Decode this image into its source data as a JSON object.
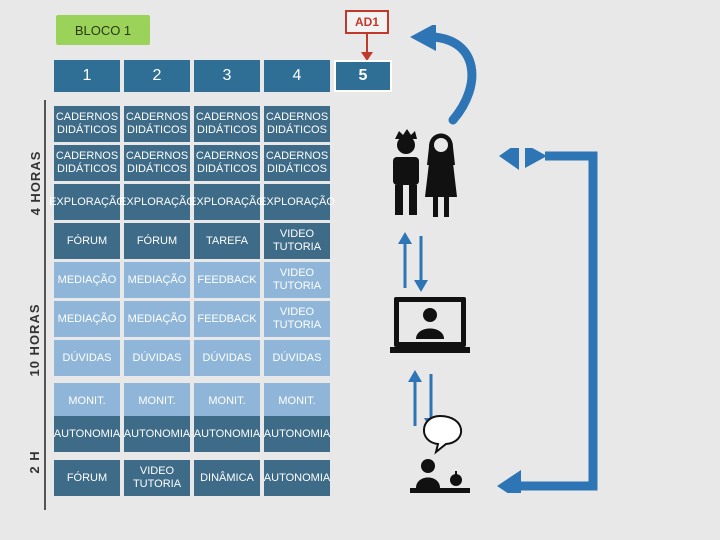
{
  "block_label": "BLOCO 1",
  "ad_label": "AD1",
  "columns": [
    "1",
    "2",
    "3",
    "4",
    "5"
  ],
  "side_labels": {
    "four_hours": "4 HORAS",
    "ten_hours": "10 HORAS",
    "two_hours": "2 H"
  },
  "rows": [
    [
      "CADERNOS DIDÁTICOS",
      "CADERNOS DIDÁTICOS",
      "CADERNOS DIDÁTICOS",
      "CADERNOS DIDÁTICOS"
    ],
    [
      "CADERNOS DIDÁTICOS",
      "CADERNOS DIDÁTICOS",
      "CADERNOS DIDÁTICOS",
      "CADERNOS DIDÁTICOS"
    ],
    [
      "EXPLORAÇÃO",
      "EXPLORAÇÃO",
      "EXPLORAÇÃO",
      "EXPLORAÇÃO"
    ],
    [
      "FÓRUM",
      "FÓRUM",
      "TAREFA",
      "VIDEO TUTORIA"
    ],
    [
      "MEDIAÇÃO",
      "MEDIAÇÃO",
      "FEEDBACK",
      "VIDEO TUTORIA"
    ],
    [
      "MEDIAÇÃO",
      "MEDIAÇÃO",
      "FEEDBACK",
      "VIDEO TUTORIA"
    ],
    [
      "DÚVIDAS",
      "DÚVIDAS",
      "DÚVIDAS",
      "DÚVIDAS"
    ],
    [
      "MONIT.",
      "MONIT.",
      "MONIT.",
      "MONIT."
    ],
    [
      "AUTONOMIA",
      "AUTONOMIA",
      "AUTONOMIA",
      "AUTONOMIA"
    ],
    [
      "FÓRUM",
      "VIDEO TUTORIA",
      "DINÂMICA",
      "AUTONOMIA"
    ]
  ],
  "colors": {
    "header": "#2f6e95",
    "cell_dark": "#3d6b88",
    "cell_light": "#8fb6d8",
    "block": "#9bd35a",
    "accent_red": "#c0392b",
    "arrow_blue": "#2e75b6"
  }
}
